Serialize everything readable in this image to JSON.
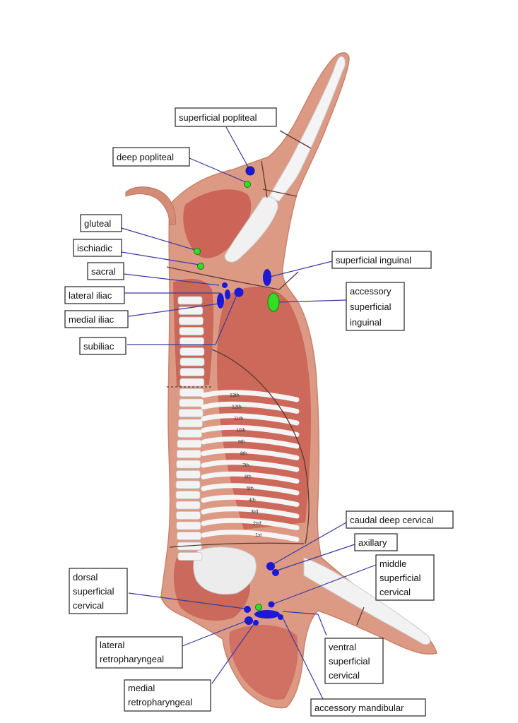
{
  "labels": {
    "superficial_popliteal": "superficial popliteal",
    "deep_popliteal": "deep popliteal",
    "gluteal": "gluteal",
    "ischiadic": "ischiadic",
    "sacral": "sacral",
    "lateral_iliac": "lateral iliac",
    "medial_iliac": "medial iliac",
    "subiliac": "subiliac",
    "superficial_inguinal": "superficial inguinal",
    "accessory_superficial_inguinal": [
      "accessory",
      "superficial",
      "inguinal"
    ],
    "caudal_deep_cervical": "caudal deep cervical",
    "axillary": "axillary",
    "middle_superficial_cervical": [
      "middle",
      "superficial",
      "cervical"
    ],
    "dorsal_superficial_cervical": [
      "dorsal",
      "superficial",
      "cervical"
    ],
    "lateral_retropharyngeal": [
      "lateral",
      "retropharyngeal"
    ],
    "ventral_superficial_cervical": [
      "ventral",
      "superficial",
      "cervical"
    ],
    "medial_retropharyngeal": [
      "medial",
      "retropharyngeal"
    ],
    "accessory_mandibular": "accessory mandibular"
  },
  "rib_labels": [
    "13th",
    "12th",
    "11th",
    "10th",
    "9th",
    "8th",
    "7th",
    "6th",
    "5th",
    "4th",
    "3rd",
    "2nd",
    "1st"
  ],
  "colors": {
    "node_blue": "#1a1ad6",
    "node_green": "#33dd22",
    "leader": "#3a3aa0",
    "carcass_outer": "#d9927a",
    "carcass_muscle": "#c95a4f",
    "bone": "#f2f2f2"
  }
}
